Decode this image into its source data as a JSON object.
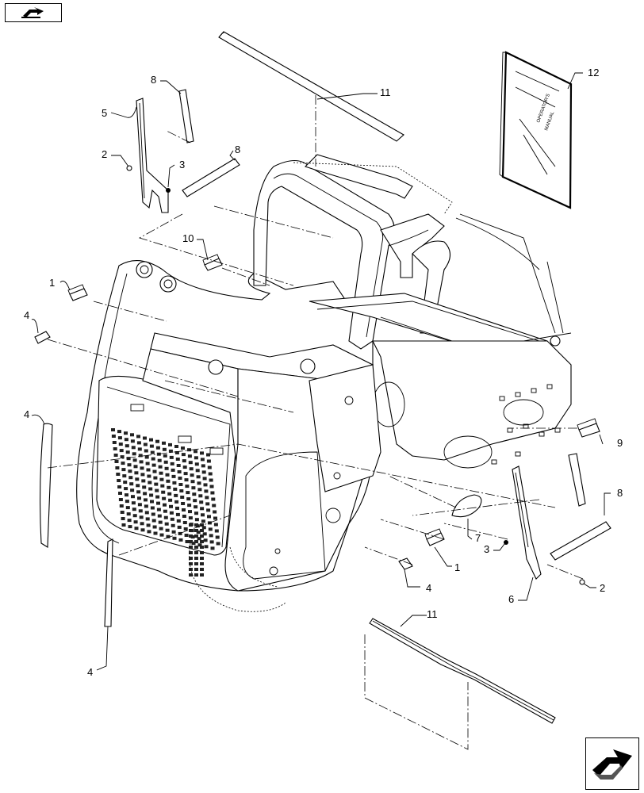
{
  "navigation": {
    "back_icon": "arrow-back-icon",
    "forward_icon": "arrow-forward-icon"
  },
  "callouts": {
    "c1_left": "1",
    "c1_center": "1",
    "c2_top": "2",
    "c2_right": "2",
    "c3_top": "3",
    "c3_right": "3",
    "c4_upper": "4",
    "c4_left": "4",
    "c4_bottom": "4",
    "c4_center": "4",
    "c5": "5",
    "c6": "6",
    "c7": "7",
    "c8_top": "8",
    "c8_mid": "8",
    "c8_right": "8",
    "c9": "9",
    "c10": "10",
    "c11_top": "11",
    "c11_bottom": "11",
    "c12": "12"
  },
  "manual": {
    "cover_line1": "OPERATOR'S",
    "cover_line2": "MANUAL"
  }
}
